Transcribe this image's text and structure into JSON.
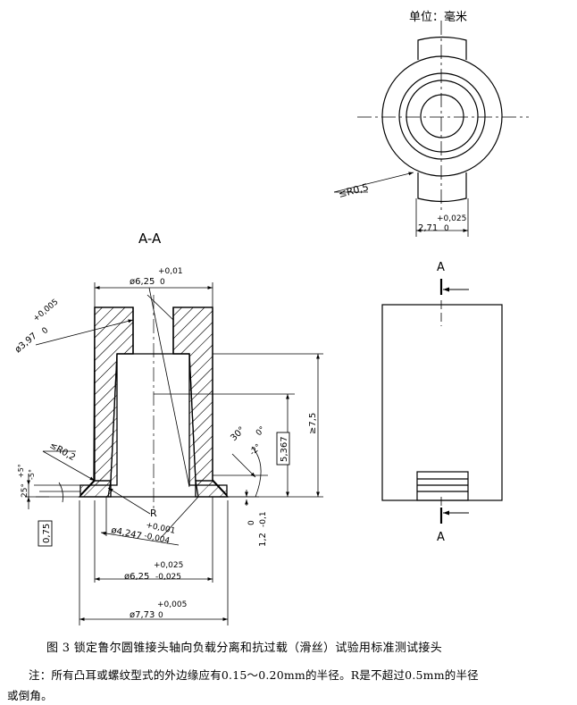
{
  "unit_label": "单位：毫米",
  "section_label": "A-A",
  "view_arrow_top": "A",
  "view_arrow_bottom": "A",
  "dims": {
    "top_sr": "≤R0,5",
    "top_width_tol_up": "+0,025",
    "top_width_value": "2,71",
    "top_width_tol_low": "0",
    "d625_top_tol_up": "+0,01",
    "d625_top_value": "ø6,25",
    "d625_top_tol_low": "0",
    "d397_value": "ø3,97",
    "d397_tol_up": "+0,005",
    "d397_tol_low": "0",
    "h75": "≥7,5",
    "h5367": "5,367",
    "angle30_value": "30°",
    "angle30_tol_up": "0°",
    "angle30_tol_low": "-2°",
    "sr02": "≤R0,2",
    "angle25_value": "25°",
    "angle25_tol_up": "+5°",
    "angle25_tol_low": "-5°",
    "h075": "0,75",
    "r_label": "R",
    "d4247_value": "ø4,247",
    "d4247_tol_up": "+0,001",
    "d4247_tol_low": "-0,004",
    "h12_value": "1,2",
    "h12_tol_up": "0",
    "h12_tol_low": "-0,1",
    "d625_bot_tol_up": "+0,025",
    "d625_bot_value": "ø6,25",
    "d625_bot_tol_low": "-0,025",
    "d773_tol_up": "+0,005",
    "d773_value": "ø7,73",
    "d773_tol_low": "0"
  },
  "caption": "图 3   锁定鲁尔圆锥接头轴向负载分离和抗过载（滑丝）试验用标准测试接头",
  "note_line1": "注：所有凸耳或螺纹型式的外边缘应有0.15～0.20mm的半径。R是不超过0.5mm的半径",
  "note_line2": "或倒角。"
}
